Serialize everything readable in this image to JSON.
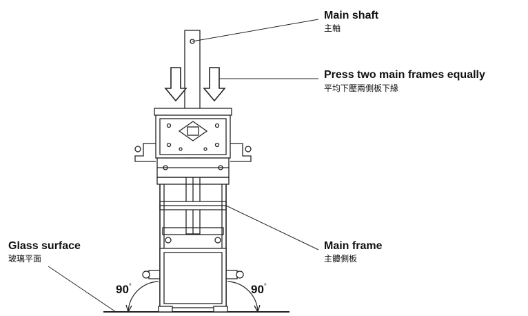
{
  "labels": {
    "main_shaft": {
      "en": "Main shaft",
      "zh": "主軸"
    },
    "press_frames": {
      "en": "Press two main frames equally",
      "zh": "平均下壓兩側板下緣"
    },
    "main_frame": {
      "en": "Main frame",
      "zh": "主體側板"
    },
    "glass_surface": {
      "en": "Glass surface",
      "zh": "玻璃平面"
    }
  },
  "angles": {
    "left": "90",
    "right": "90",
    "unit": "°"
  }
}
